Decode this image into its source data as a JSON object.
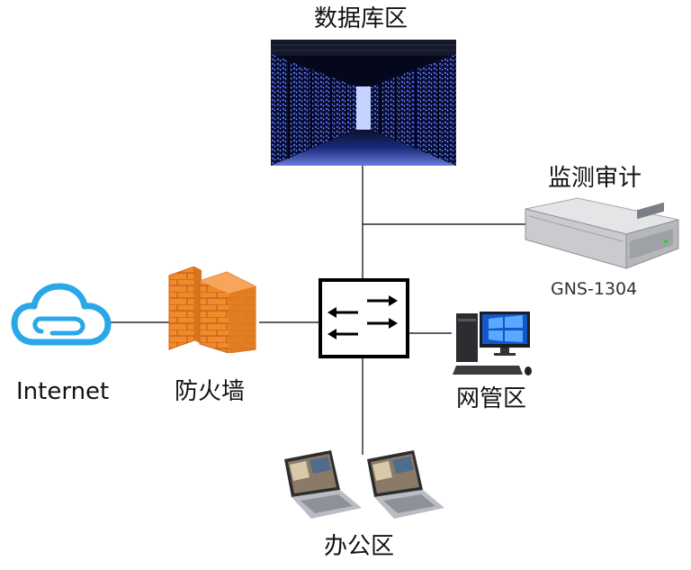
{
  "nodes": {
    "database": {
      "label": "数据库区",
      "icon": "server-racks-photo-icon"
    },
    "audit": {
      "label": "监测审计",
      "model": "GNS-1304",
      "icon": "rack-server-icon"
    },
    "internet": {
      "label": "Internet",
      "icon": "cloud-icon"
    },
    "firewall": {
      "label": "防火墙",
      "icon": "firewall-icon"
    },
    "switch": {
      "icon": "switch-icon"
    },
    "netmgmt": {
      "label": "网管区",
      "icon": "desktop-computer-icon"
    },
    "office": {
      "label": "办公区",
      "icon": "laptop-icon"
    }
  },
  "colors": {
    "line": "#000000",
    "cloud": "#2aa7e8",
    "firewall": "#f08a2a",
    "firewall_mortar": "#c8641a"
  }
}
